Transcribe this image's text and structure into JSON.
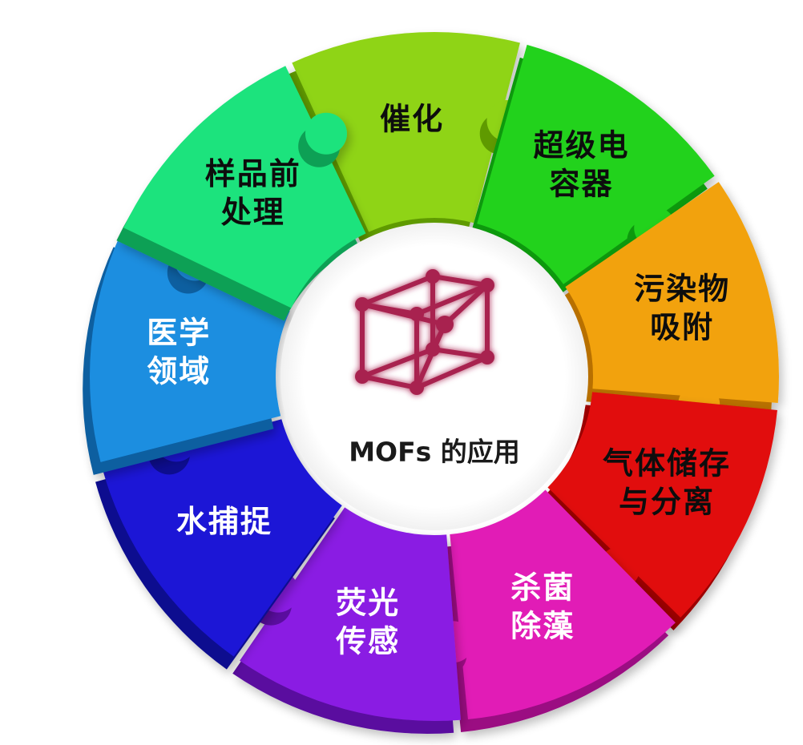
{
  "center": {
    "title": "MOFs 的应用",
    "icon": "cube-lattice-icon",
    "icon_color": "#a8224f"
  },
  "segments": [
    {
      "id": "catalysis",
      "lines": [
        "催化"
      ],
      "color": "#8fd414",
      "side_color": "#5f9a06",
      "text_color": "#111111"
    },
    {
      "id": "supercapacitor",
      "lines": [
        "超级电",
        "容器"
      ],
      "color": "#22d21e",
      "side_color": "#119911",
      "text_color": "#111111"
    },
    {
      "id": "pollutant-adsorption",
      "lines": [
        "污染物",
        "吸附"
      ],
      "color": "#f2a20a",
      "side_color": "#b87000",
      "text_color": "#111111"
    },
    {
      "id": "gas-storage-separation",
      "lines": [
        "气体储存",
        "与分离"
      ],
      "color": "#e10c0c",
      "side_color": "#9c0000",
      "text_color": "#111111"
    },
    {
      "id": "sterilization-algae-removal",
      "lines": [
        "杀菌",
        "除藻"
      ],
      "color": "#e11bb6",
      "side_color": "#9b0c82",
      "text_color": "#ffffff"
    },
    {
      "id": "fluorescence-sensing",
      "lines": [
        "荧光",
        "传感"
      ],
      "color": "#8a1ee3",
      "side_color": "#5a0e9f",
      "text_color": "#ffffff"
    },
    {
      "id": "water-capture",
      "lines": [
        "水捕捉"
      ],
      "color": "#1f17d6",
      "side_color": "#0d0a8f",
      "text_color": "#ffffff"
    },
    {
      "id": "medical-field",
      "lines": [
        "医学",
        "领域"
      ],
      "color": "#1e8ee0",
      "side_color": "#0c5ea0",
      "text_color": "#ffffff"
    },
    {
      "id": "sample-pretreatment",
      "lines": [
        "样品前",
        "处理"
      ],
      "color": "#1ee37d",
      "side_color": "#10a055",
      "text_color": "#111111"
    }
  ]
}
